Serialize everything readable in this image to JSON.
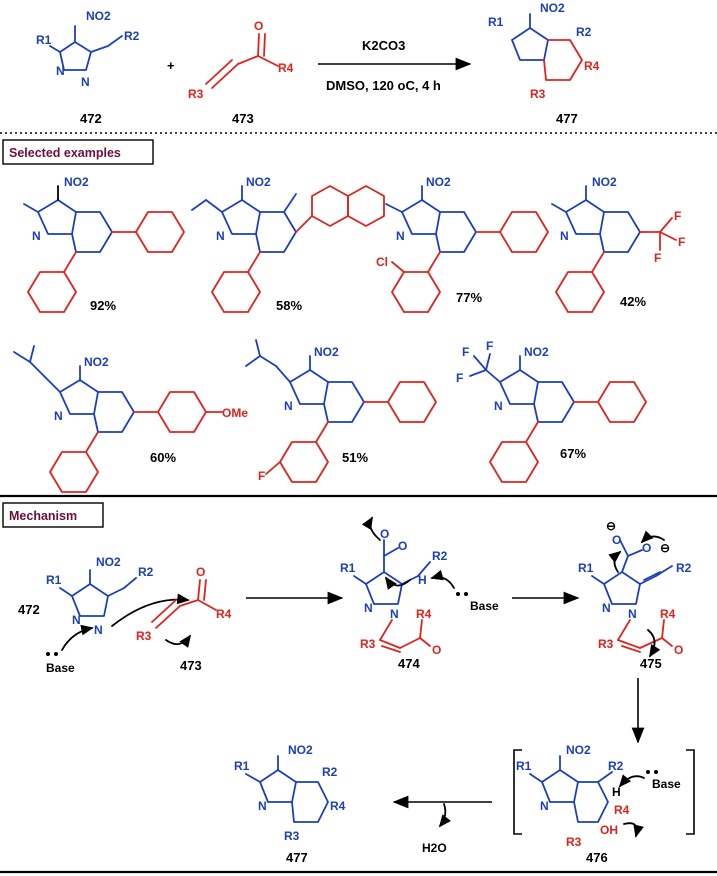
{
  "scheme": {
    "reactant1": "472",
    "reactant2": "473",
    "product": "477",
    "reagent": "K2CO3",
    "conditions": "DMSO, 120 oC, 4 h"
  },
  "sections": {
    "examples": "Selected examples",
    "mechanism": "Mechanism"
  },
  "examples": [
    {
      "yield": "92%"
    },
    {
      "yield": "58%"
    },
    {
      "yield": "77%"
    },
    {
      "yield": "42%"
    },
    {
      "yield": "60%"
    },
    {
      "yield": "51%"
    },
    {
      "yield": "67%"
    }
  ],
  "mechanism": {
    "labels": [
      "472",
      "473",
      "474",
      "475",
      "476",
      "477"
    ],
    "base": "Base",
    "water": "H2O"
  },
  "atoms": {
    "nitro": "NO2",
    "n": "N",
    "nh": "N",
    "h": "H",
    "o": "O",
    "oh": "OH",
    "cl": "Cl",
    "f": "F",
    "ome": "OMe",
    "r1": "R1",
    "r2": "R2",
    "r3": "R3",
    "r4": "R4"
  },
  "colors": {
    "blue": "#1b3fbf",
    "red": "#e0231c",
    "maroon": "#6b0f3d"
  }
}
